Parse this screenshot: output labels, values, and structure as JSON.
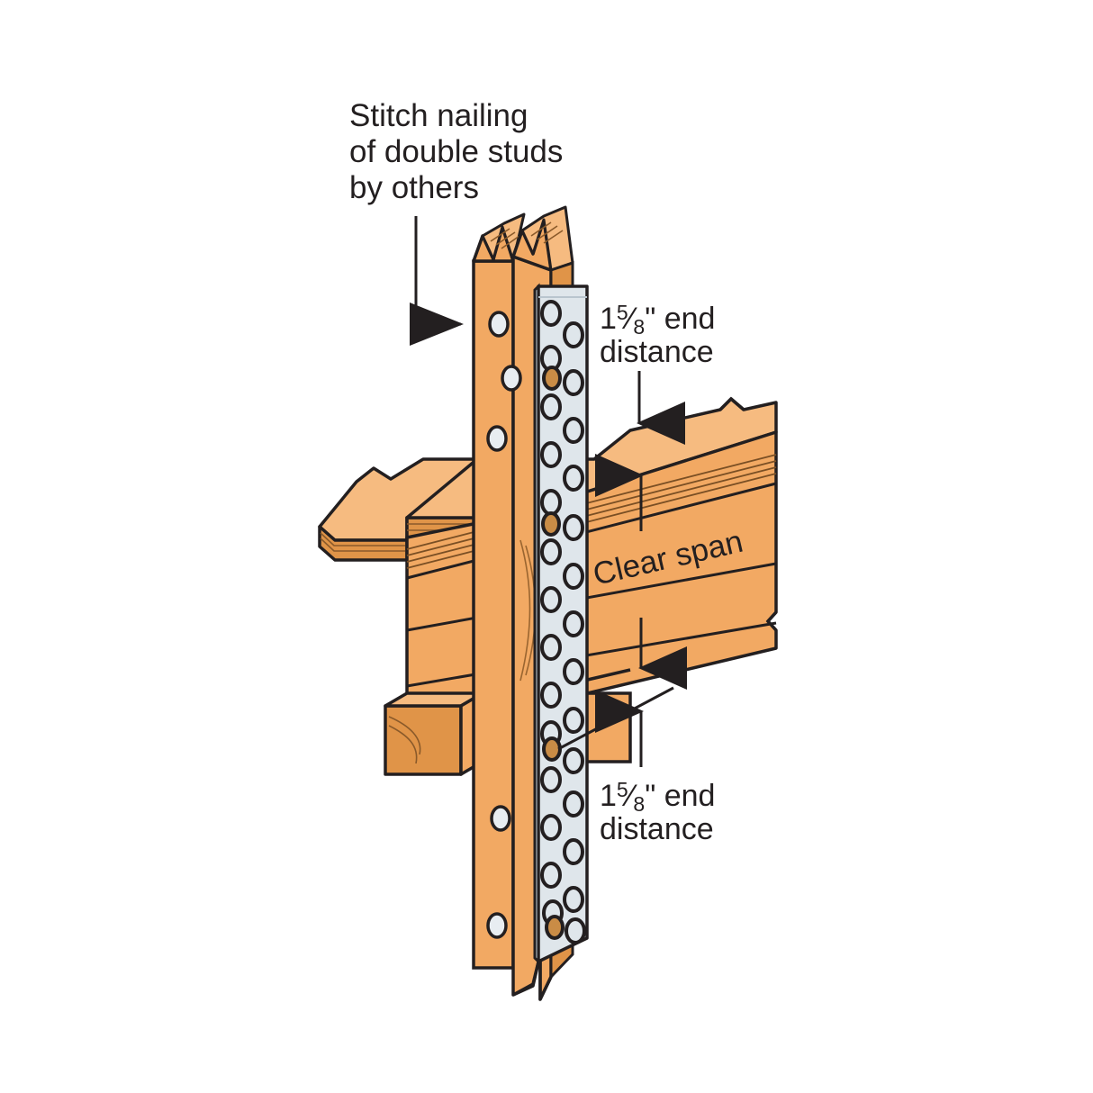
{
  "figure": {
    "title": "Stitch-nailed double stud with strap tie over header — clear span detail",
    "type": "technical-isometric-illustration"
  },
  "colors": {
    "wood_face": "#F2A963",
    "wood_top": "#F6BB80",
    "wood_dark": "#E09448",
    "wood_edge_light": "#F8C692",
    "metal_face": "#DFE6EB",
    "metal_shade": "#C6D0D8",
    "outline": "#231F20",
    "text": "#231F20",
    "background": "#FFFFFF"
  },
  "annotations": {
    "stitch_nailing": {
      "line1": "Stitch nailing",
      "line2": "of double studs",
      "line3": "by others",
      "leader": "L-shaped leader with arrowhead pointing to stud nail hole"
    },
    "end_distance_top": {
      "value": "1",
      "fraction_numerator": "5",
      "fraction_denominator": "8",
      "unit": "\"",
      "word": " end",
      "line2": "distance",
      "full_text": "1⅝\" end distance",
      "leader": "vertical arrow pointing down to top of header"
    },
    "end_distance_bottom": {
      "value": "1",
      "fraction_numerator": "5",
      "fraction_denominator": "8",
      "unit": "\"",
      "word": " end",
      "line2": "distance",
      "full_text": "1⅝\" end distance",
      "leader": "diagonal leader plus vertical arrow pointing up"
    },
    "clear_span": {
      "text": "Clear span",
      "rotation_deg": -13,
      "leader": "double-headed vertical dimension arrow spanning header depth"
    }
  },
  "components": {
    "double_stud": "vertical double 2x wood stud with broken ends, top and bottom",
    "strap_tie": "perforated galvanized steel strap with two staggered columns of round holes",
    "header_beam": "horizontal engineered wood header / rim board with laminated edge",
    "plywood_sheathing": "left plywood panel with layered edge and break line",
    "sill_plate": "lower horizontal plate block",
    "nail_holes": "round fastener holes in stud face and strap"
  }
}
